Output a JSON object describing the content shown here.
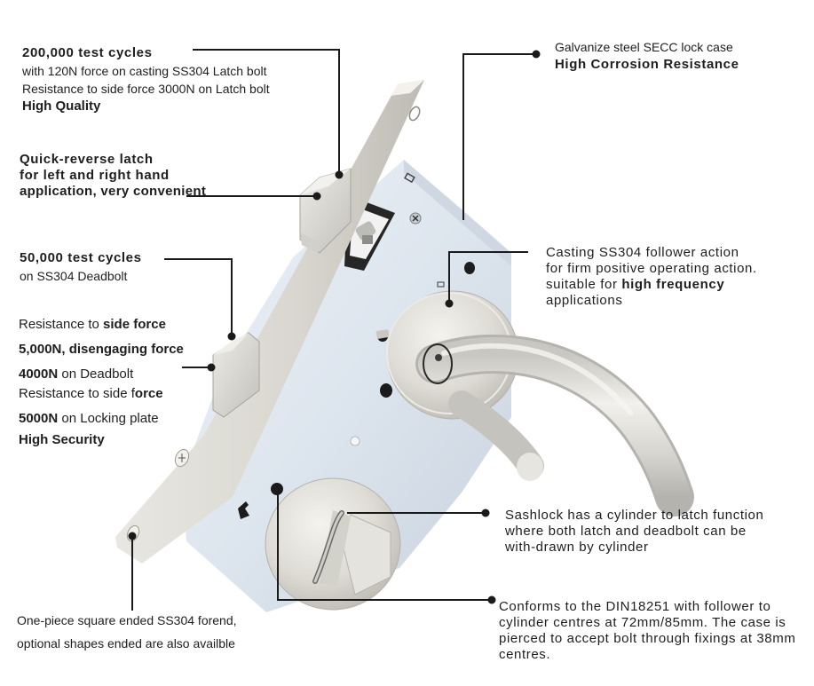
{
  "diagram": {
    "subject": "Mortise sashlock with lever handle and thumbturn",
    "callouts": {
      "latch_cycles": {
        "title": "200,000 test cycles",
        "line1": "with 120N force on casting SS304 Latch bolt",
        "line2": "Resistance to side force 3000N on Latch bolt",
        "emphasis": "High Quality"
      },
      "quick_reverse": {
        "line1": "Quick-reverse latch",
        "line2": "for left and right hand",
        "line3": "application, very convenient"
      },
      "deadbolt_cycles": {
        "title": "50,000 test cycles",
        "line1": "on SS304 Deadbolt"
      },
      "side_force": {
        "l1_normal": "Resistance to ",
        "l1_bold": "side force",
        "l2_bold": "5,000N, disengaging force",
        "l3_bold": "4000N",
        "l3_normal": " on Deadbolt",
        "l4_normal": "Resistance to side f",
        "l4_bold": "orce",
        "l5_bold": "5000N",
        "l5_normal": " on Locking plate",
        "emphasis": "High Security"
      },
      "forend": {
        "line1": "One-piece square ended SS304 forend,",
        "line2": "optional shapes ended are also availble"
      },
      "lock_case": {
        "line1": "Galvanize steel SECC lock case",
        "emphasis": "High Corrosion Resistance"
      },
      "follower": {
        "line1": "Casting SS304 follower action",
        "line2": "for firm positive operating action.",
        "line3_normal": "suitable for ",
        "line3_bold": "high frequency",
        "line4": "applications"
      },
      "sashlock": {
        "line1": "Sashlock has a cylinder to latch function",
        "line2": "where both latch and deadbolt can be",
        "line3": "with-drawn by cylinder"
      },
      "din": {
        "line1": "Conforms to the DIN18251 with follower to",
        "line2": "cylinder centres at 72mm/85mm. The case is",
        "line3": "pierced to accept bolt through fixings at 38mm",
        "line4": "centres."
      }
    },
    "colors": {
      "leader_line": "#1a1a1a",
      "lock_case": "#dfe6ee",
      "steel": "#d9d8d2",
      "text": "#1e1e1e"
    }
  }
}
